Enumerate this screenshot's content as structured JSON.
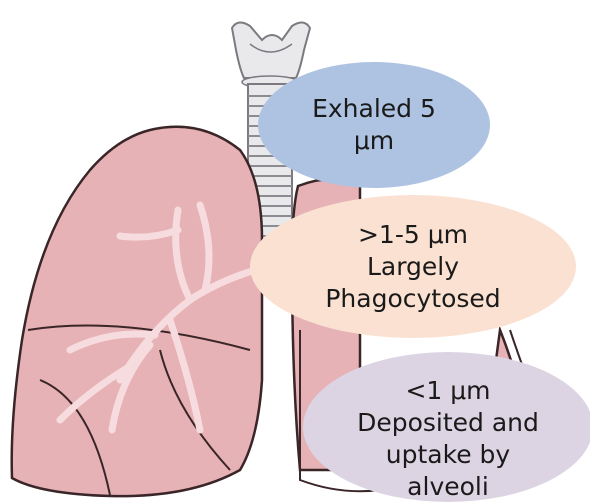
{
  "bubbles": [
    {
      "text": "Exhaled 5\nμm",
      "color": "#aec3e2"
    },
    {
      "text": ">1-5 μm\nLargely\nPhagocytosed",
      "color": "#fae1d2"
    },
    {
      "text": "<1 μm\nDeposited and\nuptake by\nalveoli",
      "color": "#ddd4e3"
    }
  ],
  "colors": {
    "lung_fill": "#e7b2b5",
    "lung_outline": "#3a2628",
    "bronchi": "#f6dcdf",
    "trachea": "#e9e8ea"
  }
}
